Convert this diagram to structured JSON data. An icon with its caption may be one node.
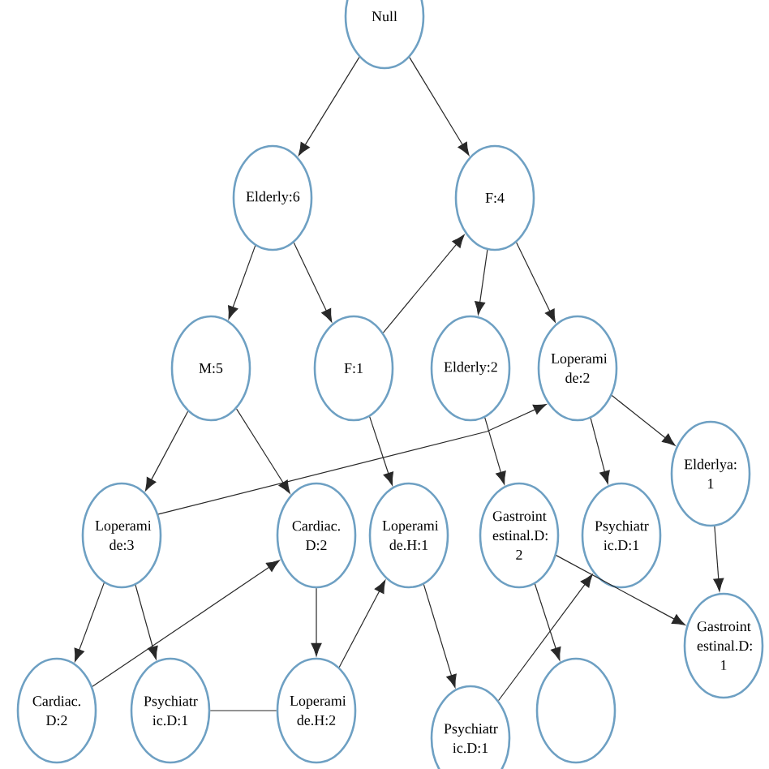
{
  "diagram": {
    "nodes": [
      {
        "text": [
          "Null"
        ]
      },
      {
        "text": [
          "Elderly:6"
        ]
      },
      {
        "text": [
          "F:4"
        ]
      },
      {
        "text": [
          "M:5"
        ]
      },
      {
        "text": [
          "F:1"
        ]
      },
      {
        "text": [
          "Elderly:2"
        ]
      },
      {
        "text": [
          "Loperami de:2"
        ]
      },
      {
        "text": [
          "Loperami de:3"
        ]
      },
      {
        "text": [
          "Cardiac. D:2"
        ]
      },
      {
        "text": [
          "Loperami de.H:1"
        ]
      },
      {
        "text": [
          "Gastroint estinal.D: 2"
        ]
      },
      {
        "text": [
          "Psychiatr ic.D:1"
        ]
      },
      {
        "text": [
          "Elderlya: 1"
        ]
      },
      {
        "text": [
          "Cardiac. D:2"
        ]
      },
      {
        "text": [
          "Psychiatr ic.D:1"
        ]
      },
      {
        "text": [
          "Loperami de.H:2"
        ]
      },
      {
        "text": [
          "Psychiatr ic.D:1"
        ]
      },
      {
        "text": [],
        "shape": "circle"
      },
      {
        "text": [
          "Gastroint estinal.D: 1"
        ]
      }
    ],
    "edges": [
      {
        "from": 0,
        "to": 1,
        "arrow": "to"
      },
      {
        "from": 0,
        "to": 2,
        "arrow": "to"
      },
      {
        "from": 1,
        "to": 3,
        "arrow": "to"
      },
      {
        "from": 1,
        "to": 4,
        "arrow": "to"
      },
      {
        "from": 4,
        "to": 2,
        "arrow": "to"
      },
      {
        "from": 2,
        "to": 5,
        "arrow": "to"
      },
      {
        "from": 2,
        "to": 6,
        "arrow": "to"
      },
      {
        "from": 3,
        "to": 7,
        "arrow": "to"
      },
      {
        "from": 3,
        "to": 8,
        "arrow": "to"
      },
      {
        "from": 7,
        "to": 6,
        "arrow": "to"
      },
      {
        "from": 4,
        "to": 9,
        "arrow": "to"
      },
      {
        "from": 5,
        "to": 10,
        "arrow": "to"
      },
      {
        "from": 6,
        "to": 11,
        "arrow": "to"
      },
      {
        "from": 6,
        "to": 12,
        "arrow": "to"
      },
      {
        "from": 12,
        "to": 18,
        "arrow": "to"
      },
      {
        "from": 7,
        "to": 13,
        "arrow": "to"
      },
      {
        "from": 7,
        "to": 14,
        "arrow": "to"
      },
      {
        "from": 13,
        "to": 8,
        "arrow": "to"
      },
      {
        "from": 8,
        "to": 15,
        "arrow": "to"
      },
      {
        "from": 15,
        "to": 9,
        "arrow": "to"
      },
      {
        "from": 9,
        "to": 16,
        "arrow": "to"
      },
      {
        "from": 16,
        "to": 11,
        "arrow": "to"
      },
      {
        "from": 10,
        "to": 17,
        "arrow": "to"
      },
      {
        "from": 10,
        "to": 18,
        "arrow": "to"
      },
      {
        "from": 14,
        "to": 15,
        "arrow": "none"
      }
    ]
  }
}
